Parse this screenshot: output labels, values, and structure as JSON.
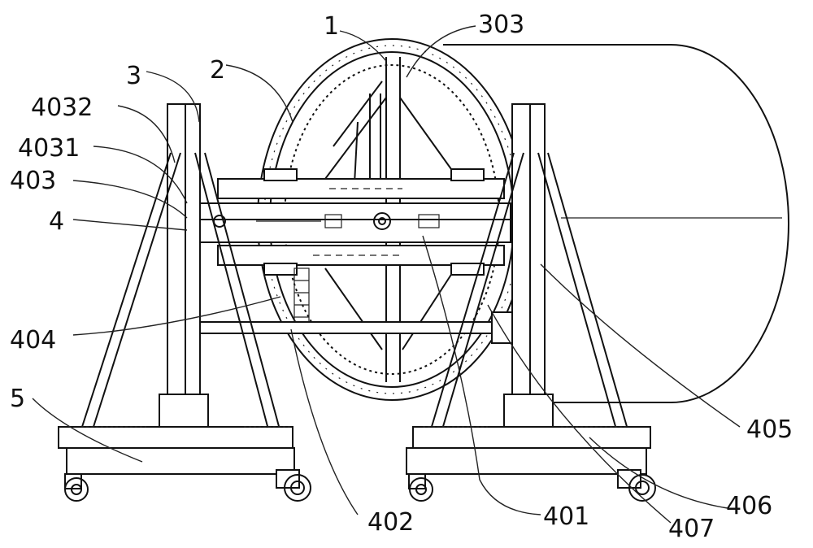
{
  "labels": {
    "l1": "1",
    "l303": "303",
    "l2": "2",
    "l3": "3",
    "l4032": "4032",
    "l4031": "4031",
    "l403": "403",
    "l4": "4",
    "l404": "404",
    "l5": "5",
    "l405": "405",
    "l406": "406",
    "l407": "407",
    "l401": "401",
    "l402": "402"
  }
}
